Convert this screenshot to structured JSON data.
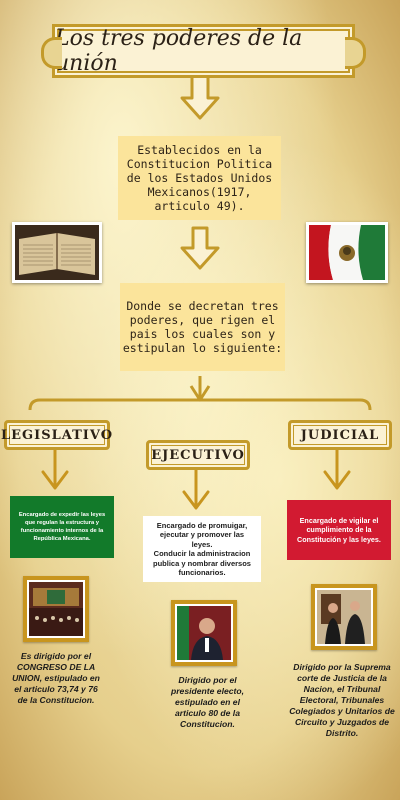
{
  "title": "Los tres poderes de la unión",
  "intro_note": "Establecidos en la Constitucion Politica de los Estados Unidos Mexicanos(1917, articulo 49).",
  "middle_note": "Donde se decretan tres poderes, que rigen el pais los cuales son y estipulan lo siguiente:",
  "branches": {
    "legislativo": {
      "label": "LEGISLATIVO",
      "description": "Encargado de expedir las leyes que regulan la estructura y funcionamiento internos de la República Mexicana.",
      "caption": "Es dirigido por el CONGRESO DE LA UNION, estipulado en el articulo 73,74 y 76 de la Constitucion."
    },
    "ejecutivo": {
      "label": "EJECUTIVO",
      "description_1": "Encargado de promuigar, ejecutar y promover las leyes.",
      "description_2": "Conducir la administracion publica y nombrar diversos funcionarios.",
      "caption": "Dirigido por el presidente electo, estipulado en el articulo 80 de la Constitucion."
    },
    "judicial": {
      "label": "JUDICIAL",
      "description": "Encargado de vigilar el cumplimiento de la Constitución y las leyes.",
      "caption": "Dirigido por la Suprema corte de Justicia de la Nacion, el Tribunal Electoral, Tribunales Colegiados y Unitarios de Circuito y Juzgados de Distrito."
    }
  },
  "colors": {
    "gold": "#c39a2a",
    "note_yellow": "#fbe49b",
    "mexico_green": "#127a2a",
    "mexico_red": "#d21a31"
  },
  "icons": [
    "arrow-down-icon",
    "bracket-connector-icon"
  ]
}
